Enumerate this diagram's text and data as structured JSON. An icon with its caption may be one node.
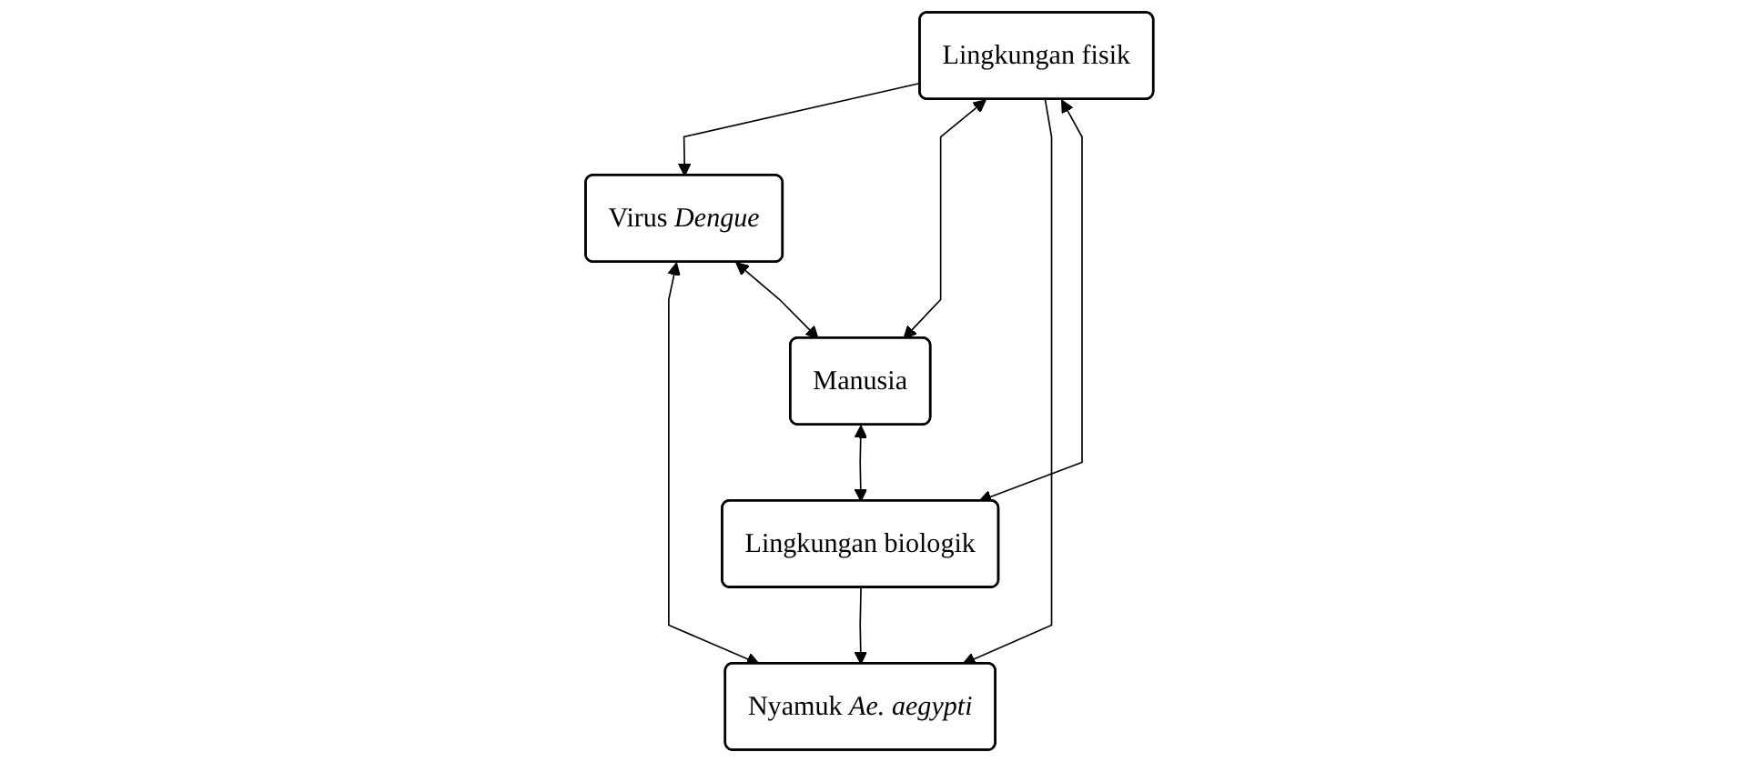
{
  "diagram": {
    "nodes": [
      {
        "text": [
          "Virus *Dengue*"
        ]
      },
      {
        "text": [
          "Nyamuk *Ae. aegypti*"
        ]
      },
      {
        "text": [
          "Manusia"
        ]
      },
      {
        "text": [
          "Lingkungan fisik"
        ]
      },
      {
        "text": [
          "Lingkungan biologik"
        ]
      }
    ],
    "edges": [
      {
        "from": 0,
        "to": 1,
        "arrow": "both"
      },
      {
        "from": 0,
        "to": 2,
        "arrow": "both"
      },
      {
        "from": 3,
        "to": 0,
        "arrow": "to"
      },
      {
        "from": 3,
        "to": 2,
        "arrow": "both"
      },
      {
        "from": 3,
        "to": 1,
        "arrow": "to"
      },
      {
        "from": 3,
        "to": 4,
        "arrow": "both"
      },
      {
        "from": 2,
        "to": 4,
        "arrow": "both"
      },
      {
        "from": 4,
        "to": 1,
        "arrow": "to"
      }
    ]
  }
}
